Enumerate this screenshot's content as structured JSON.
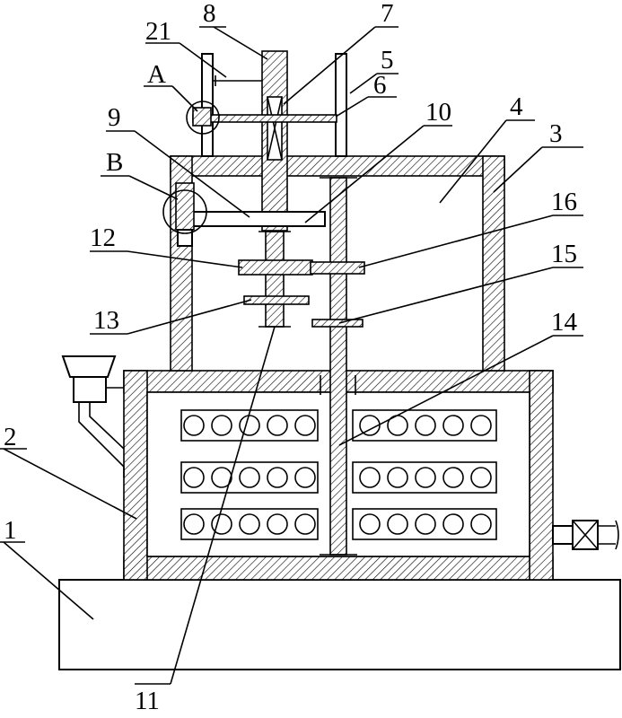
{
  "labels": {
    "l1": "1",
    "l2": "2",
    "l3": "3",
    "l4": "4",
    "l5": "5",
    "l6": "6",
    "l7": "7",
    "l8": "8",
    "l9": "9",
    "l10": "10",
    "l11": "11",
    "l12": "12",
    "l13": "13",
    "l14": "14",
    "l15": "15",
    "l16": "16",
    "l21": "21",
    "lA": "A",
    "lB": "B"
  }
}
